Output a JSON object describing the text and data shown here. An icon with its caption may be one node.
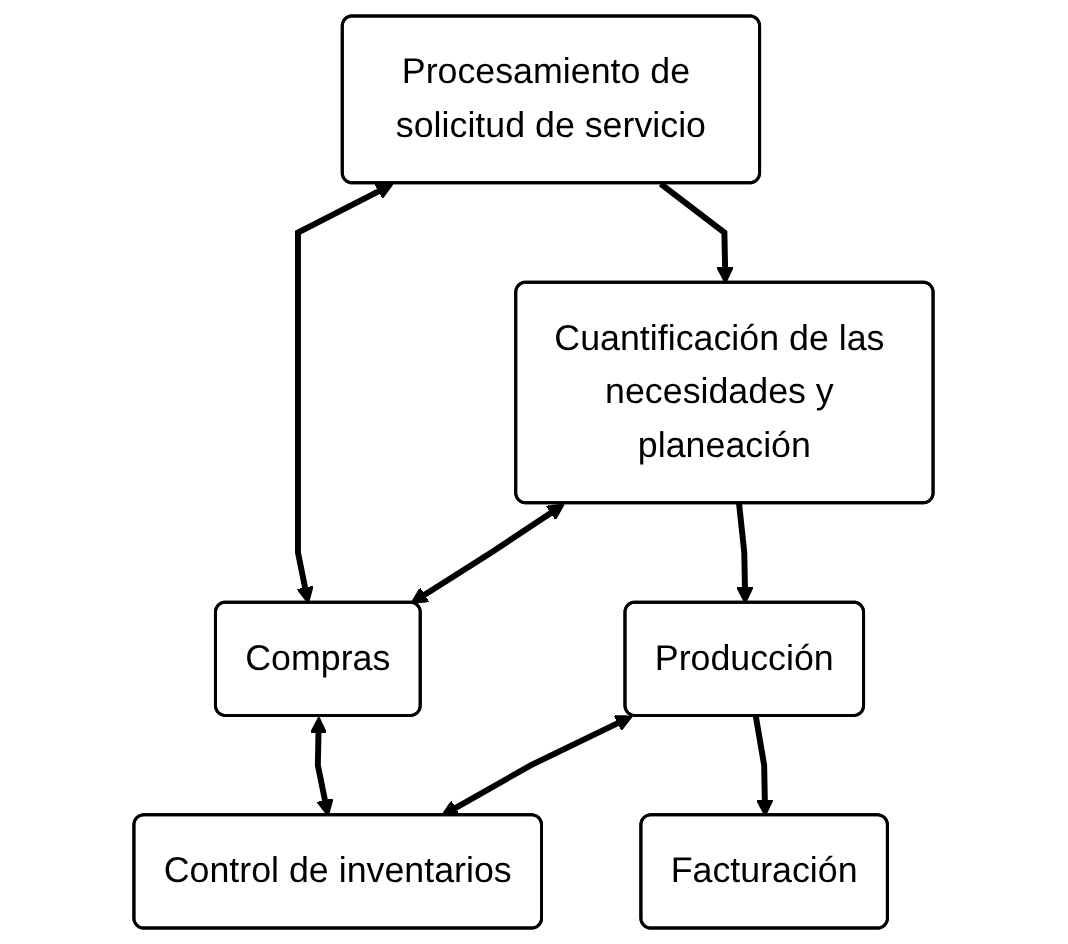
{
  "diagram": {
    "nodes": [
      {
        "text": [
          "Procesamiento de solicitud de servicio"
        ]
      },
      {
        "text": [
          "Cuantificación de las necesidades y planeación"
        ]
      },
      {
        "text": [
          "Compras"
        ]
      },
      {
        "text": [
          "Producción"
        ]
      },
      {
        "text": [
          "Control de inventarios"
        ]
      },
      {
        "text": [
          "Facturación"
        ]
      }
    ],
    "edges": [
      {
        "from": 0,
        "to": 1,
        "arrow": "to"
      },
      {
        "from": 0,
        "to": 2,
        "arrow": "both"
      },
      {
        "from": 1,
        "to": 2,
        "arrow": "both"
      },
      {
        "from": 2,
        "to": 4,
        "arrow": "both"
      },
      {
        "from": 1,
        "to": 3,
        "arrow": "to"
      },
      {
        "from": 3,
        "to": 4,
        "arrow": "both"
      },
      {
        "from": 3,
        "to": 5,
        "arrow": "to"
      }
    ]
  }
}
